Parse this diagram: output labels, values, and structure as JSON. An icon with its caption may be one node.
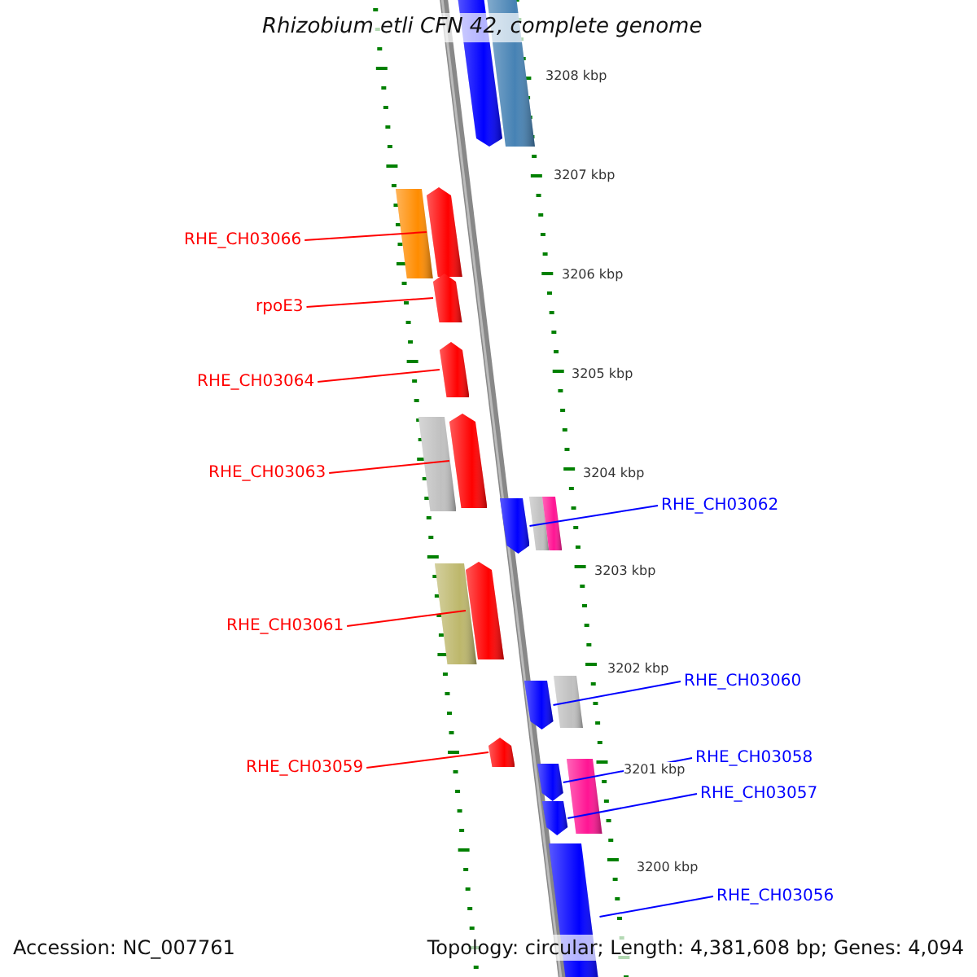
{
  "diagram": {
    "title": "Rhizobium etli CFN 42, complete genome",
    "nodes": [
      {
        "text": [
          "RHE_CH03066"
        ]
      },
      {
        "text": [
          "rpoE3"
        ]
      },
      {
        "text": [
          "RHE_CH03064"
        ]
      },
      {
        "text": [
          "RHE_CH03063"
        ]
      },
      {
        "text": [
          "RHE_CH03062"
        ]
      },
      {
        "text": [
          "RHE_CH03061"
        ]
      },
      {
        "text": [
          "RHE_CH03060"
        ]
      },
      {
        "text": [
          "RHE_CH03059"
        ]
      },
      {
        "text": [
          "RHE_CH03058"
        ]
      },
      {
        "text": [
          "RHE_CH03057"
        ]
      },
      {
        "text": [
          "RHE_CH03056"
        ]
      },
      {
        "text": [],
        "shape": "pentagon"
      },
      {
        "text": [],
        "shape": "bar"
      },
      {
        "text": [],
        "shape": "bar"
      },
      {
        "text": [],
        "shape": "pentagon"
      },
      {
        "text": [],
        "shape": "pentagon"
      },
      {
        "text": [],
        "shape": "pentagon"
      },
      {
        "text": [],
        "shape": "bar"
      },
      {
        "text": [],
        "shape": "pentagon"
      },
      {
        "text": [],
        "shape": "pentagon"
      },
      {
        "text": [],
        "shape": "bar"
      },
      {
        "text": [],
        "shape": "bar"
      },
      {
        "text": [],
        "shape": "bar"
      },
      {
        "text": [],
        "shape": "pentagon"
      },
      {
        "text": [],
        "shape": "pentagon"
      },
      {
        "text": [],
        "shape": "bar"
      },
      {
        "text": [],
        "shape": "pentagon"
      },
      {
        "text": [],
        "shape": "pentagon"
      },
      {
        "text": [],
        "shape": "bar"
      },
      {
        "text": [],
        "shape": "pentagon"
      },
      {
        "text": [],
        "shape": "bar"
      }
    ],
    "edges": [
      {
        "from": 0,
        "to": 14,
        "arrow": "none"
      },
      {
        "from": 1,
        "to": 15,
        "arrow": "none"
      },
      {
        "from": 2,
        "to": 16,
        "arrow": "none"
      },
      {
        "from": 3,
        "to": 18,
        "arrow": "none"
      },
      {
        "from": 4,
        "to": 19,
        "arrow": "none",
        "color": "#0000ff"
      },
      {
        "from": 5,
        "to": 23,
        "arrow": "none"
      },
      {
        "from": 6,
        "to": 24,
        "arrow": "none",
        "color": "#0000ff"
      },
      {
        "from": 7,
        "to": 26,
        "arrow": "none"
      },
      {
        "from": 8,
        "to": 27,
        "arrow": "none",
        "color": "#0000ff"
      },
      {
        "from": 9,
        "to": 29,
        "arrow": "none",
        "color": "#0000ff"
      },
      {
        "from": 10,
        "to": 30,
        "arrow": "none",
        "color": "#0000ff"
      }
    ],
    "labels": [
      "3208 kbp",
      "3207 kbp",
      "3206 kbp",
      "3205 kbp",
      "3204 kbp",
      "3203 kbp",
      "3202 kbp",
      "3201 kbp",
      "3200 kbp",
      "Accession: NC_007761",
      "Topology: circular; Length: 4,381,608 bp; Genes: 4,094"
    ]
  }
}
